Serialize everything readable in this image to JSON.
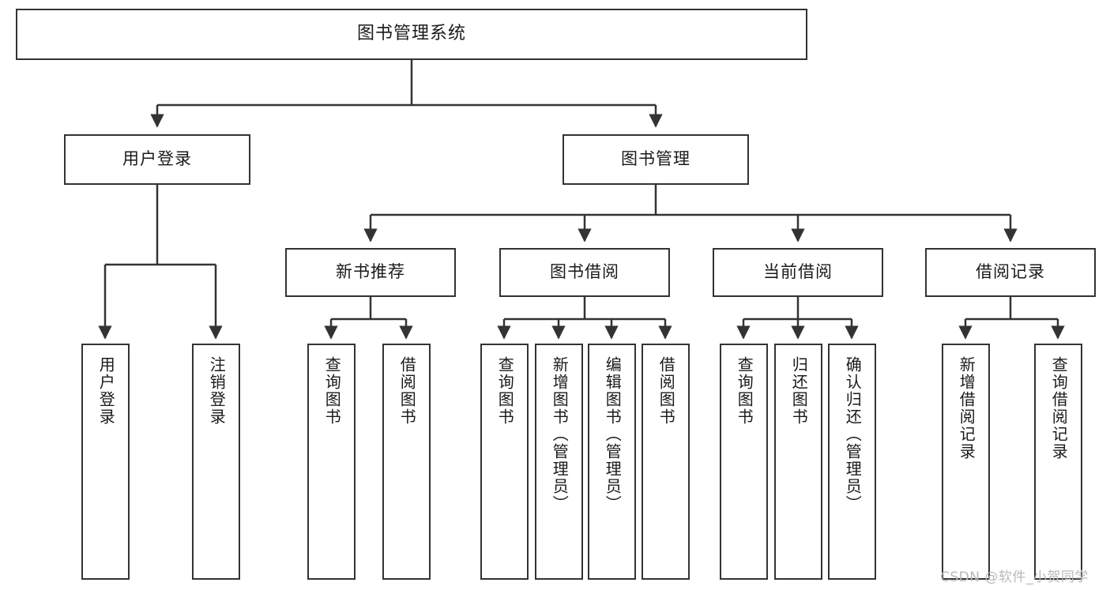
{
  "diagram": {
    "title": "图书管理系统",
    "type": "tree-hierarchy",
    "stroke_color": "#333333",
    "background_color": "#ffffff",
    "text_color": "#1a1a1a"
  },
  "nodes": {
    "root": {
      "label": "图书管理系统"
    },
    "level2": [
      {
        "id": "user-login",
        "label": "用户登录"
      },
      {
        "id": "book-manage",
        "label": "图书管理"
      }
    ],
    "level3": [
      {
        "id": "new-book-recommend",
        "label": "新书推荐"
      },
      {
        "id": "book-borrow",
        "label": "图书借阅"
      },
      {
        "id": "current-borrow",
        "label": "当前借阅"
      },
      {
        "id": "borrow-record",
        "label": "借阅记录"
      }
    ],
    "leaves": {
      "user-login": [
        {
          "id": "leaf-user-login",
          "label": "用户登录"
        },
        {
          "id": "leaf-logout",
          "label": "注销登录"
        }
      ],
      "new-book-recommend": [
        {
          "id": "leaf-query-book-1",
          "label": "查询图书"
        },
        {
          "id": "leaf-borrow-book-1",
          "label": "借阅图书"
        }
      ],
      "book-borrow": [
        {
          "id": "leaf-query-book-2",
          "label": "查询图书"
        },
        {
          "id": "leaf-add-book",
          "label": "新增图书（管理员）"
        },
        {
          "id": "leaf-edit-book",
          "label": "编辑图书（管理员）"
        },
        {
          "id": "leaf-borrow-book-2",
          "label": "借阅图书"
        }
      ],
      "current-borrow": [
        {
          "id": "leaf-query-book-3",
          "label": "查询图书"
        },
        {
          "id": "leaf-return-book",
          "label": "归还图书"
        },
        {
          "id": "leaf-confirm-return",
          "label": "确认归还（管理员）"
        }
      ],
      "borrow-record": [
        {
          "id": "leaf-add-record",
          "label": "新增借阅记录"
        },
        {
          "id": "leaf-query-record",
          "label": "查询借阅记录"
        }
      ]
    }
  },
  "watermark": {
    "text": "CSDN @软件_小贺同学"
  }
}
